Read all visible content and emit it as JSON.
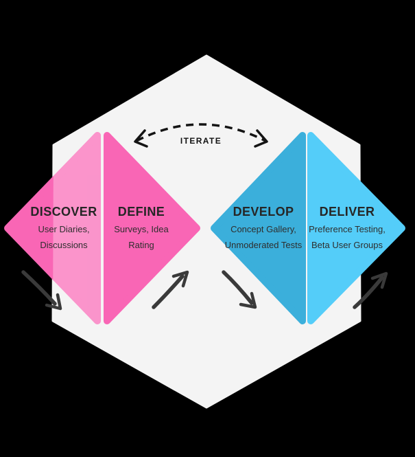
{
  "canvas": {
    "background_color": "#000000",
    "hexagon_fill": "#f4f4f4",
    "divider_color": "#ffffff"
  },
  "iterate": {
    "label": "ITERATE",
    "arc_color": "#141414"
  },
  "phases": [
    {
      "name": "DISCOVER",
      "line1": "User Diaries,",
      "line2": "Discussions",
      "fill": "#f966b5"
    },
    {
      "name": "DEFINE",
      "line1": "Surveys, Idea",
      "line2": "Rating",
      "fill": "#f966b5"
    },
    {
      "name": "DEVELOP",
      "line1": "Concept Gallery,",
      "line2": "Unmoderated Tests",
      "fill": "#3bafdb"
    },
    {
      "name": "DELIVER",
      "line1": "Preference Testing,",
      "line2": "Beta User Groups",
      "fill": "#54cdf9"
    }
  ],
  "flow_arrows": {
    "color": "#3a3a3a",
    "count": 4
  }
}
